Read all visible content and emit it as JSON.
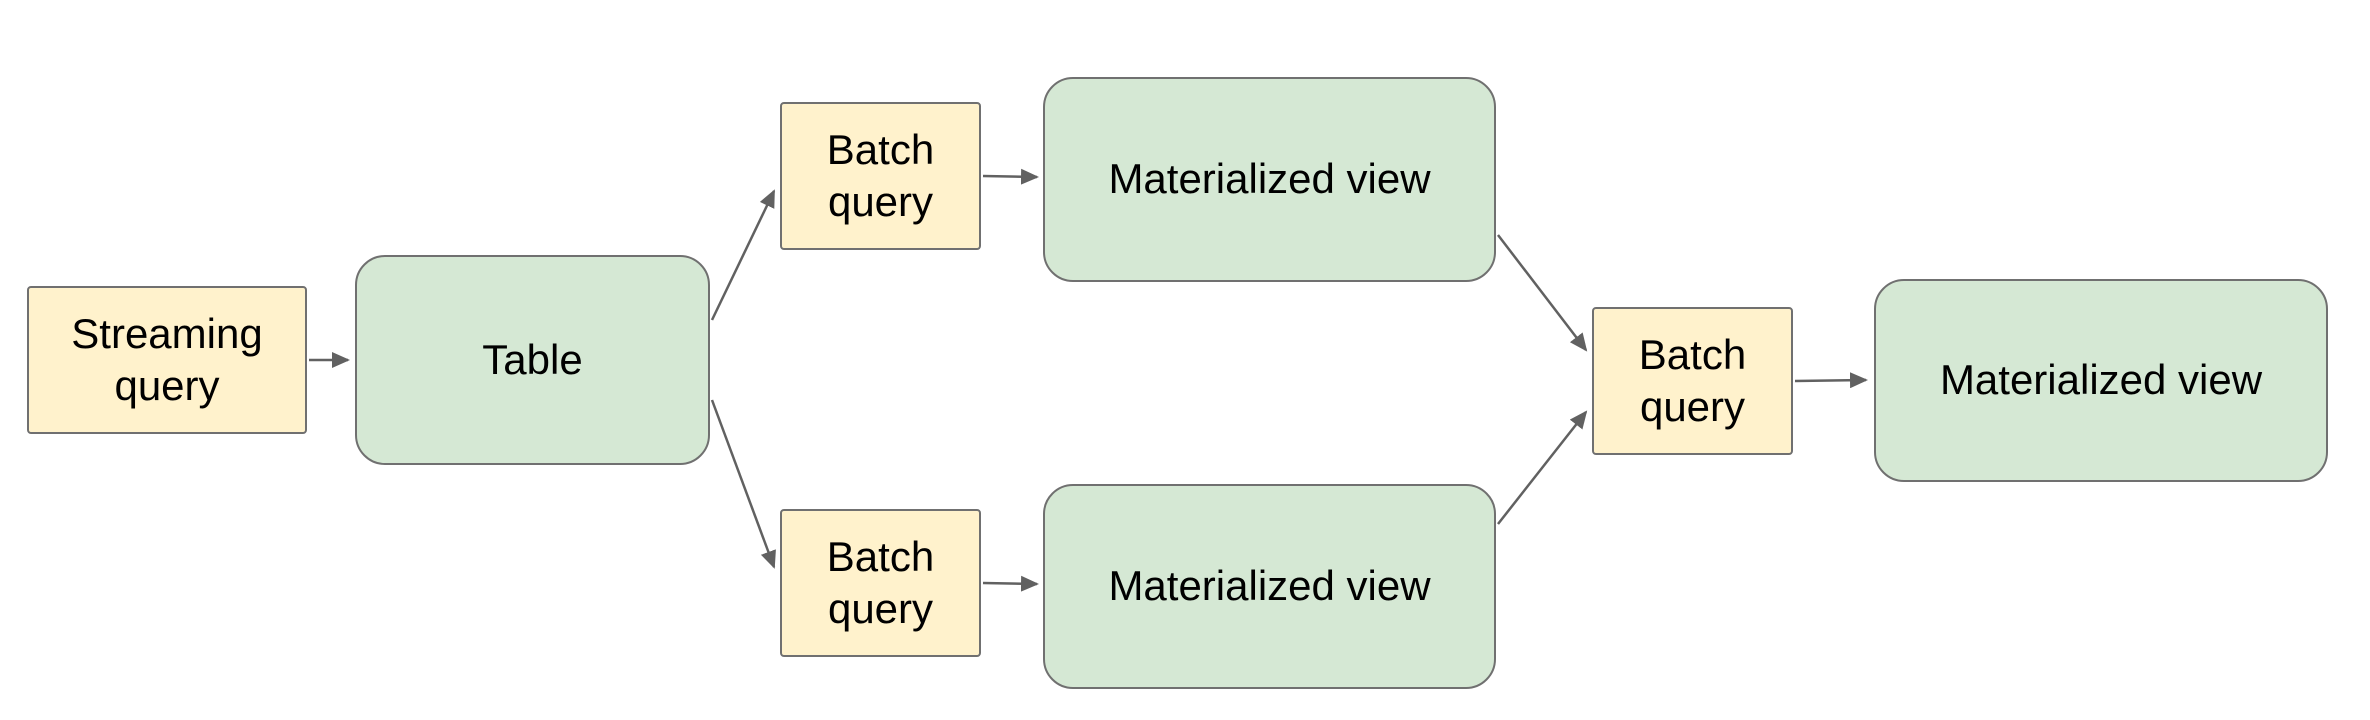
{
  "diagram": {
    "nodes": {
      "streaming_query": {
        "label": "Streaming query",
        "kind": "query",
        "fill": "#FFF2CC"
      },
      "table": {
        "label": "Table",
        "kind": "table",
        "fill": "#D5E8D4"
      },
      "batch_query_top": {
        "label": "Batch query",
        "kind": "query",
        "fill": "#FFF2CC"
      },
      "materialized_view_top": {
        "label": "Materialized view",
        "kind": "view",
        "fill": "#D5E8D4"
      },
      "batch_query_bottom": {
        "label": "Batch query",
        "kind": "query",
        "fill": "#FFF2CC"
      },
      "materialized_view_bottom": {
        "label": "Materialized view",
        "kind": "view",
        "fill": "#D5E8D4"
      },
      "batch_query_right": {
        "label": "Batch query",
        "kind": "query",
        "fill": "#FFF2CC"
      },
      "materialized_view_right": {
        "label": "Materialized view",
        "kind": "view",
        "fill": "#D5E8D4"
      }
    },
    "edges": [
      {
        "from": "streaming_query",
        "to": "table"
      },
      {
        "from": "table",
        "to": "batch_query_top"
      },
      {
        "from": "table",
        "to": "batch_query_bottom"
      },
      {
        "from": "batch_query_top",
        "to": "materialized_view_top"
      },
      {
        "from": "batch_query_bottom",
        "to": "materialized_view_bottom"
      },
      {
        "from": "materialized_view_top",
        "to": "batch_query_right"
      },
      {
        "from": "materialized_view_bottom",
        "to": "batch_query_right"
      },
      {
        "from": "batch_query_right",
        "to": "materialized_view_right"
      }
    ],
    "colors": {
      "query_fill": "#FFF2CC",
      "view_fill": "#D5E8D4",
      "node_border": "#707070",
      "arrow": "#616161",
      "text": "#000000",
      "background": "#FFFFFF"
    }
  }
}
